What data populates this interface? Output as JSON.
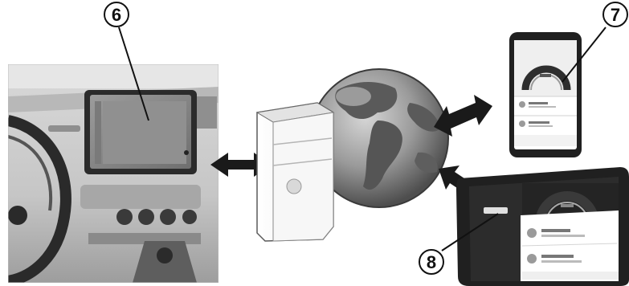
{
  "callouts": {
    "car_display": "6",
    "phone": "7",
    "tablet": "8"
  },
  "colors": {
    "outline": "#1a1a1a",
    "arrow": "#1a1a1a",
    "device_dark": "#202020",
    "screen_gray": "#8a8a8a",
    "globe_dark": "#6a6a6a",
    "globe_light": "#bdbdbd",
    "server_light": "#f4f4f4",
    "background": "#ffffff"
  },
  "icons": [
    "car-dashboard",
    "server-tower-icon",
    "globe-icon",
    "smartphone-icon",
    "tablet-icon",
    "double-arrow-icon"
  ]
}
